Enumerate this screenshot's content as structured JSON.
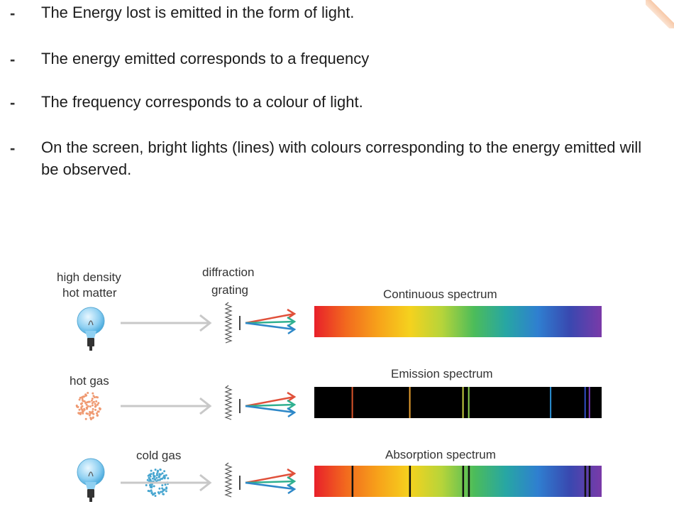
{
  "bullets": [
    "The Energy lost is emitted in the form of light.",
    "The energy emitted corresponds to a frequency",
    "The frequency corresponds to a colour of light.",
    "On the screen, bright lights (lines) with colours corresponding to the energy emitted will be observed."
  ],
  "bullet_marker": "-",
  "diagram": {
    "source_hot_matter": [
      "high density",
      "hot matter"
    ],
    "grating": [
      "diffraction",
      "grating"
    ],
    "hot_gas": "hot gas",
    "cold_gas": "cold gas",
    "continuous_title": "Continuous spectrum",
    "emission_title": "Emission spectrum",
    "absorption_title": "Absorption spectrum",
    "emission_line_colors": [
      "#d9542a",
      "#e8a030",
      "#c8d040",
      "#8ccf50",
      "#2a8fd4",
      "#3050c8",
      "#7a3ab8"
    ],
    "absorption_line_positions": [
      0.13,
      0.33,
      0.515,
      0.535,
      0.94,
      0.955
    ],
    "emission_line_positions": [
      0.13,
      0.33,
      0.515,
      0.535,
      0.82,
      0.94,
      0.955
    ]
  },
  "colors": {
    "spectrum": [
      "#e8202a",
      "#f26a1e",
      "#f7a21a",
      "#f5d21e",
      "#b6d43a",
      "#4cbc5a",
      "#27a6a4",
      "#2f7fd0",
      "#3948b0",
      "#7a3aa8"
    ],
    "arrow_red": "#e0503a",
    "arrow_green": "#30b090",
    "arrow_blue": "#2e88c8"
  }
}
